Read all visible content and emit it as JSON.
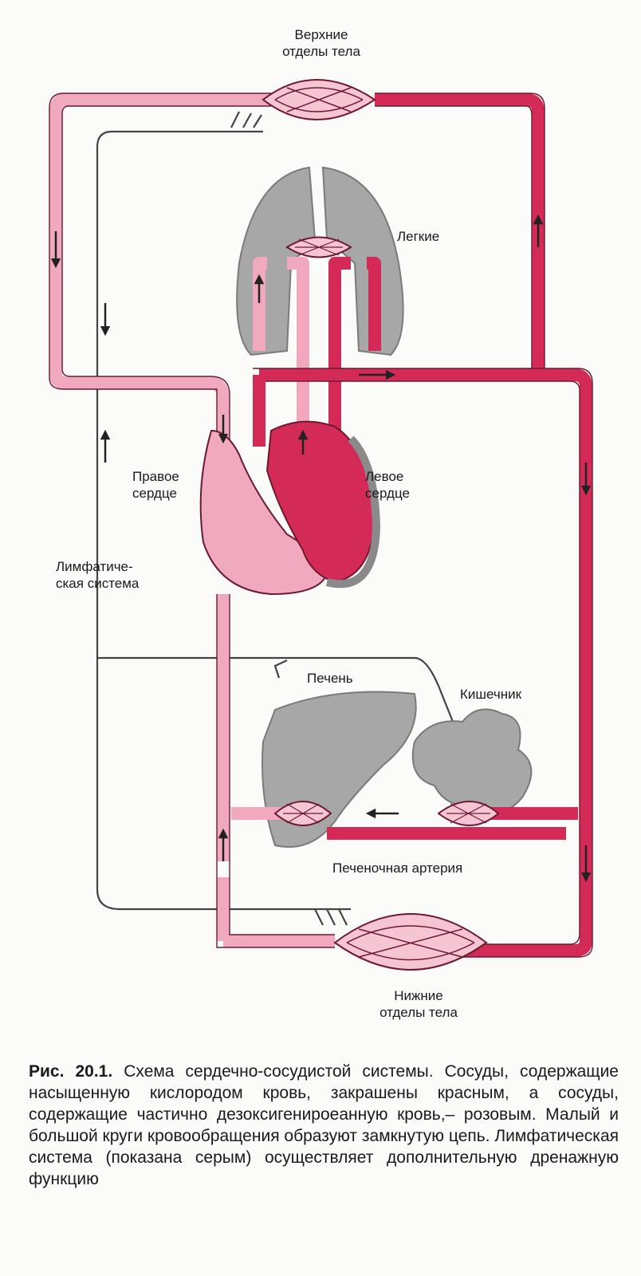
{
  "labels": {
    "upper_body": "Верхние\nотделы тела",
    "lungs": "Легкие",
    "right_heart": "Правое\nсердце",
    "left_heart": "Левое\nсердце",
    "lymph_system": "Лимфатиче-\nская система",
    "liver": "Печень",
    "intestine": "Кишечник",
    "hepatic_artery": "Печеночная артерия",
    "lower_body": "Нижние\nотделы тела"
  },
  "caption": {
    "figure_number": "Рис. 20.1.",
    "text": "Схема сердечно-сосудистой системы. Сосуды, содержащие насыщенную кислородом кровь, закрашены красным, а сосуды, содержащие частично дезоксигенироеанную кровь,– розовым. Малый и большой круги кровообращения образуют замкнутую цепь. Лимфатическая система (показана серым) осуществляет дополнительную дренажную функцию"
  },
  "colors": {
    "oxygenated": "#d42a57",
    "deoxygenated": "#f0a9bf",
    "lymph_organs": "#a7a7a7",
    "outline": "#6b1a30"
  }
}
